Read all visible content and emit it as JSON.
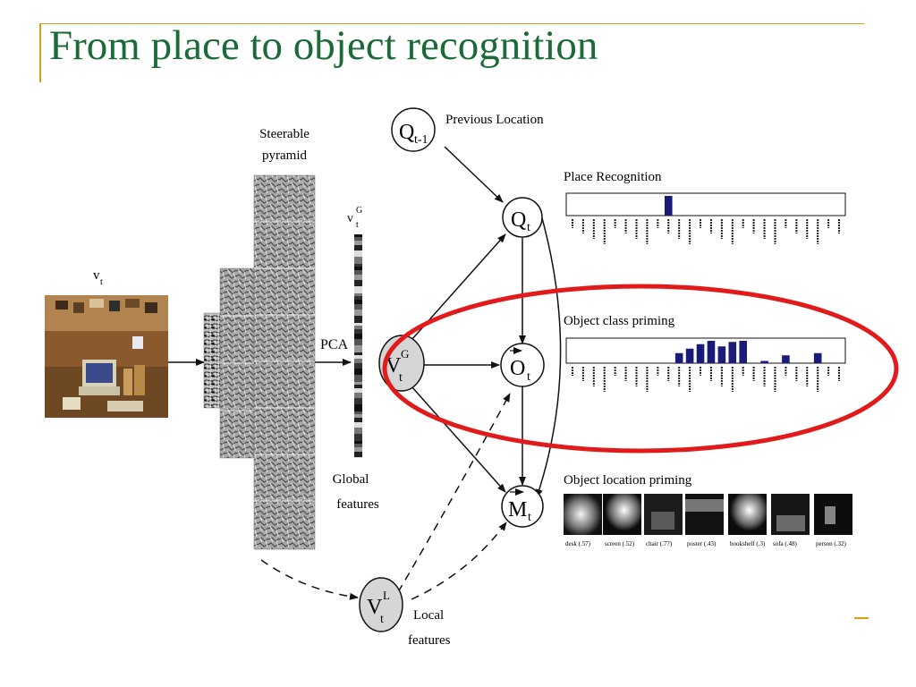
{
  "slide": {
    "title": "From place to object recognition"
  },
  "diagram": {
    "labels": {
      "vc": "v",
      "vc_sub": "t",
      "pyramid_line1": "Steerable",
      "pyramid_line2": "pyramid",
      "pca": "PCA",
      "vg": "v",
      "vg_sup": "G",
      "vg_sub": "t",
      "global_line1": "Global",
      "global_line2": "features",
      "local_line1": "Local",
      "local_line2": "features",
      "previous_location": "Previous Location",
      "place_recognition": "Place Recognition",
      "object_class_priming": "Object class priming",
      "object_location_priming": "Object location priming"
    },
    "nodes": {
      "q_prev": "Q",
      "q_prev_sub": "t-1",
      "q": "Q",
      "q_sub": "t",
      "o": "O",
      "o_sub": "t",
      "m": "M",
      "m_sub": "t",
      "vg_node": "V",
      "vg_node_sup": "G",
      "vg_node_sub": "t",
      "vl_node": "V",
      "vl_node_sup": "L",
      "vl_node_sub": "t"
    },
    "highlight_color": "#e11b1b",
    "bar_color": "#1a1a7a"
  },
  "chart_data": [
    {
      "type": "bar",
      "title": "Place Recognition",
      "n_categories": 26,
      "values": [
        0,
        0,
        0,
        0,
        0,
        0,
        0,
        0,
        0,
        1,
        0,
        0,
        0,
        0,
        0,
        0,
        0,
        0,
        0,
        0,
        0,
        0,
        0,
        0,
        0,
        0
      ]
    },
    {
      "type": "bar",
      "title": "Object class priming",
      "n_categories": 26,
      "values": [
        0,
        0,
        0,
        0,
        0,
        0,
        0,
        0,
        0,
        0,
        0.45,
        0.65,
        0.85,
        1.0,
        0.75,
        0.95,
        1.0,
        0.0,
        0.1,
        0.0,
        0.35,
        0.0,
        0.0,
        0.45,
        0.0,
        0.0
      ]
    }
  ],
  "location_priming": {
    "captions": [
      "desk (.57)",
      "screen (.52)",
      "chair (.77)",
      "poster (.43)",
      "bookshelf (.3)",
      "sofa (.48)",
      "person (.32)"
    ]
  }
}
